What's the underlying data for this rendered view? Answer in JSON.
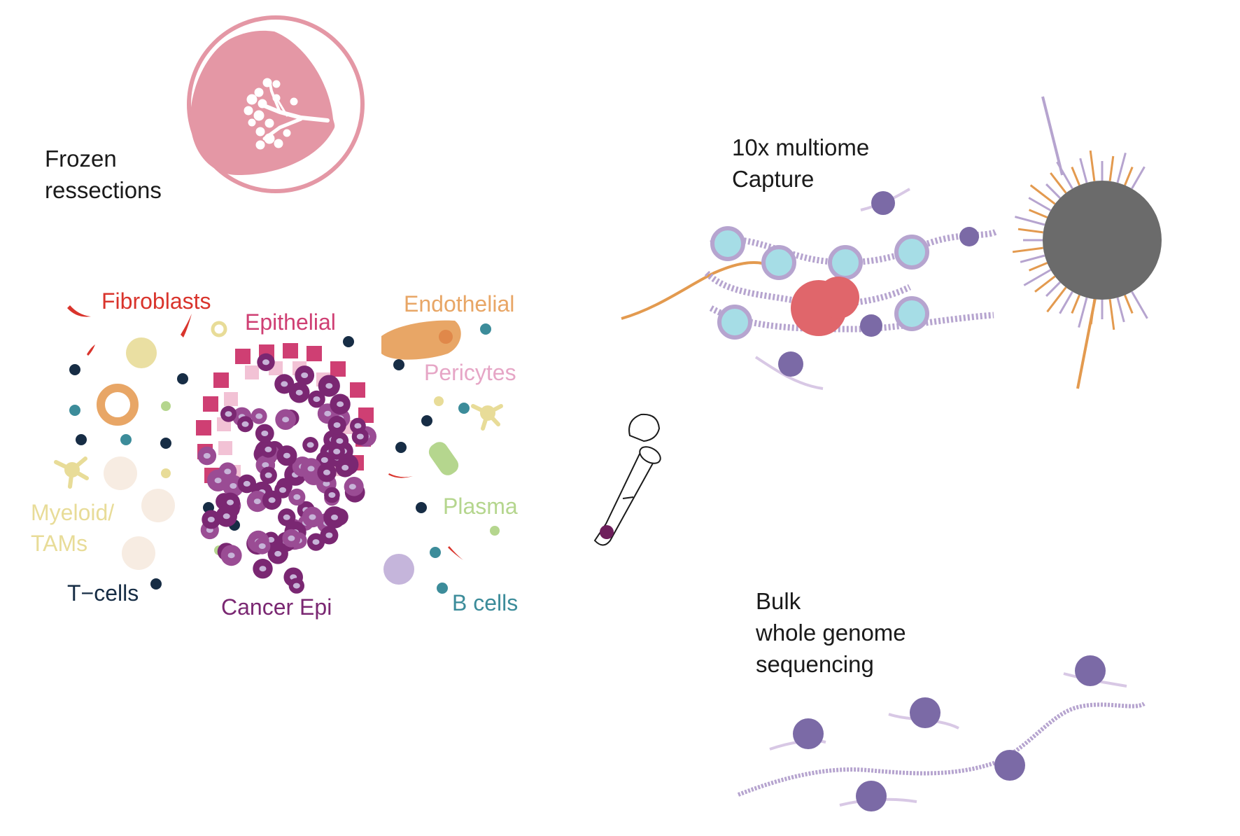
{
  "panels": {
    "tissue": {
      "title_line1": "Frozen",
      "title_line2": "ressections"
    },
    "multiome": {
      "title_line1": "10x multiome",
      "title_line2": "Capture"
    },
    "wgs": {
      "title_line1": "Bulk",
      "title_line2": "whole genome",
      "title_line3": "sequencing"
    }
  },
  "cell_types": [
    {
      "key": "fibroblasts",
      "label": "Fibroblasts",
      "color": "#d9342c"
    },
    {
      "key": "epithelial",
      "label": "Epithelial",
      "color": "#cf3f73"
    },
    {
      "key": "endothelial",
      "label": "Endothelial",
      "color": "#e8a666"
    },
    {
      "key": "pericytes",
      "label": "Pericytes",
      "color": "#e6a6c6"
    },
    {
      "key": "plasma",
      "label": "Plasma",
      "color": "#b5d68e"
    },
    {
      "key": "myeloid_line1",
      "label": "Myeloid/",
      "color": "#e8dc98"
    },
    {
      "key": "myeloid_line2",
      "label": "TAMs",
      "color": "#e8dc98"
    },
    {
      "key": "tcells",
      "label": "T−cells",
      "color": "#172d45"
    },
    {
      "key": "cancer_epi",
      "label": "Cancer Epi",
      "color": "#7a2772"
    },
    {
      "key": "bcells",
      "label": "B cells",
      "color": "#3c8c9a"
    }
  ],
  "colors": {
    "breast_pink": "#e497a5",
    "bead_grey": "#6b6b6b",
    "nucleosome_cyan": "#a6dde6",
    "dna_purple": "#b6a4cf",
    "protein_purple": "#7b6aa6",
    "barcode_orange": "#e39a4f",
    "tn5_red": "#e0666b",
    "tube_pellet": "#6e1e5c"
  },
  "icons": [
    "breast-icon",
    "tube-icon",
    "bead-icon",
    "chromatin-icon",
    "dna-strand-icon"
  ]
}
